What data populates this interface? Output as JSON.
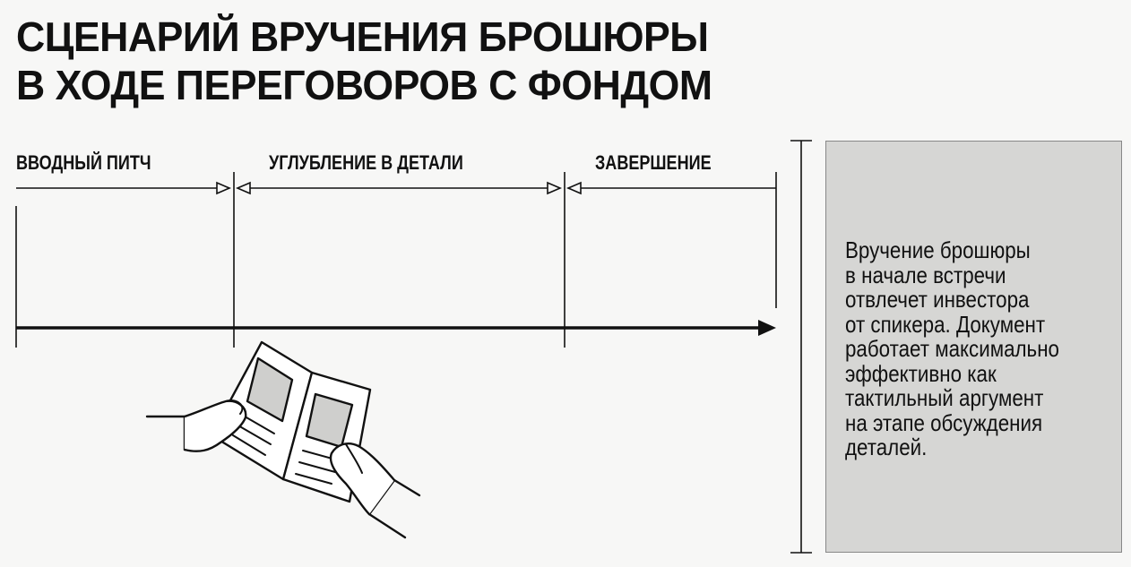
{
  "title": {
    "line1": "СЦЕНАРИЙ ВРУЧЕНИЯ БРОШЮРЫ",
    "line2": "В ХОДЕ ПЕРЕГОВОРОВ С ФОНДОМ"
  },
  "stages": [
    {
      "label": "ВВОДНЫЙ ПИТЧ"
    },
    {
      "label": "УГЛУБЛЕНИЕ В ДЕТАЛИ"
    },
    {
      "label": "ЗАВЕРШЕНИЕ"
    }
  ],
  "note": {
    "text": "Вручение брошюры\nв начале встречи\nотвлечет инвестора\nот спикера. Документ\nработает максимально\nэффективно как\nтактильный аргумент\nна этапе обсуждения\nдеталей."
  },
  "illustration": {
    "icon": "hands-holding-brochure-icon"
  },
  "colors": {
    "background": "#f7f7f6",
    "ink": "#111111",
    "note_box": "#d6d6d4",
    "brochure_image": "#cfcfcd"
  }
}
